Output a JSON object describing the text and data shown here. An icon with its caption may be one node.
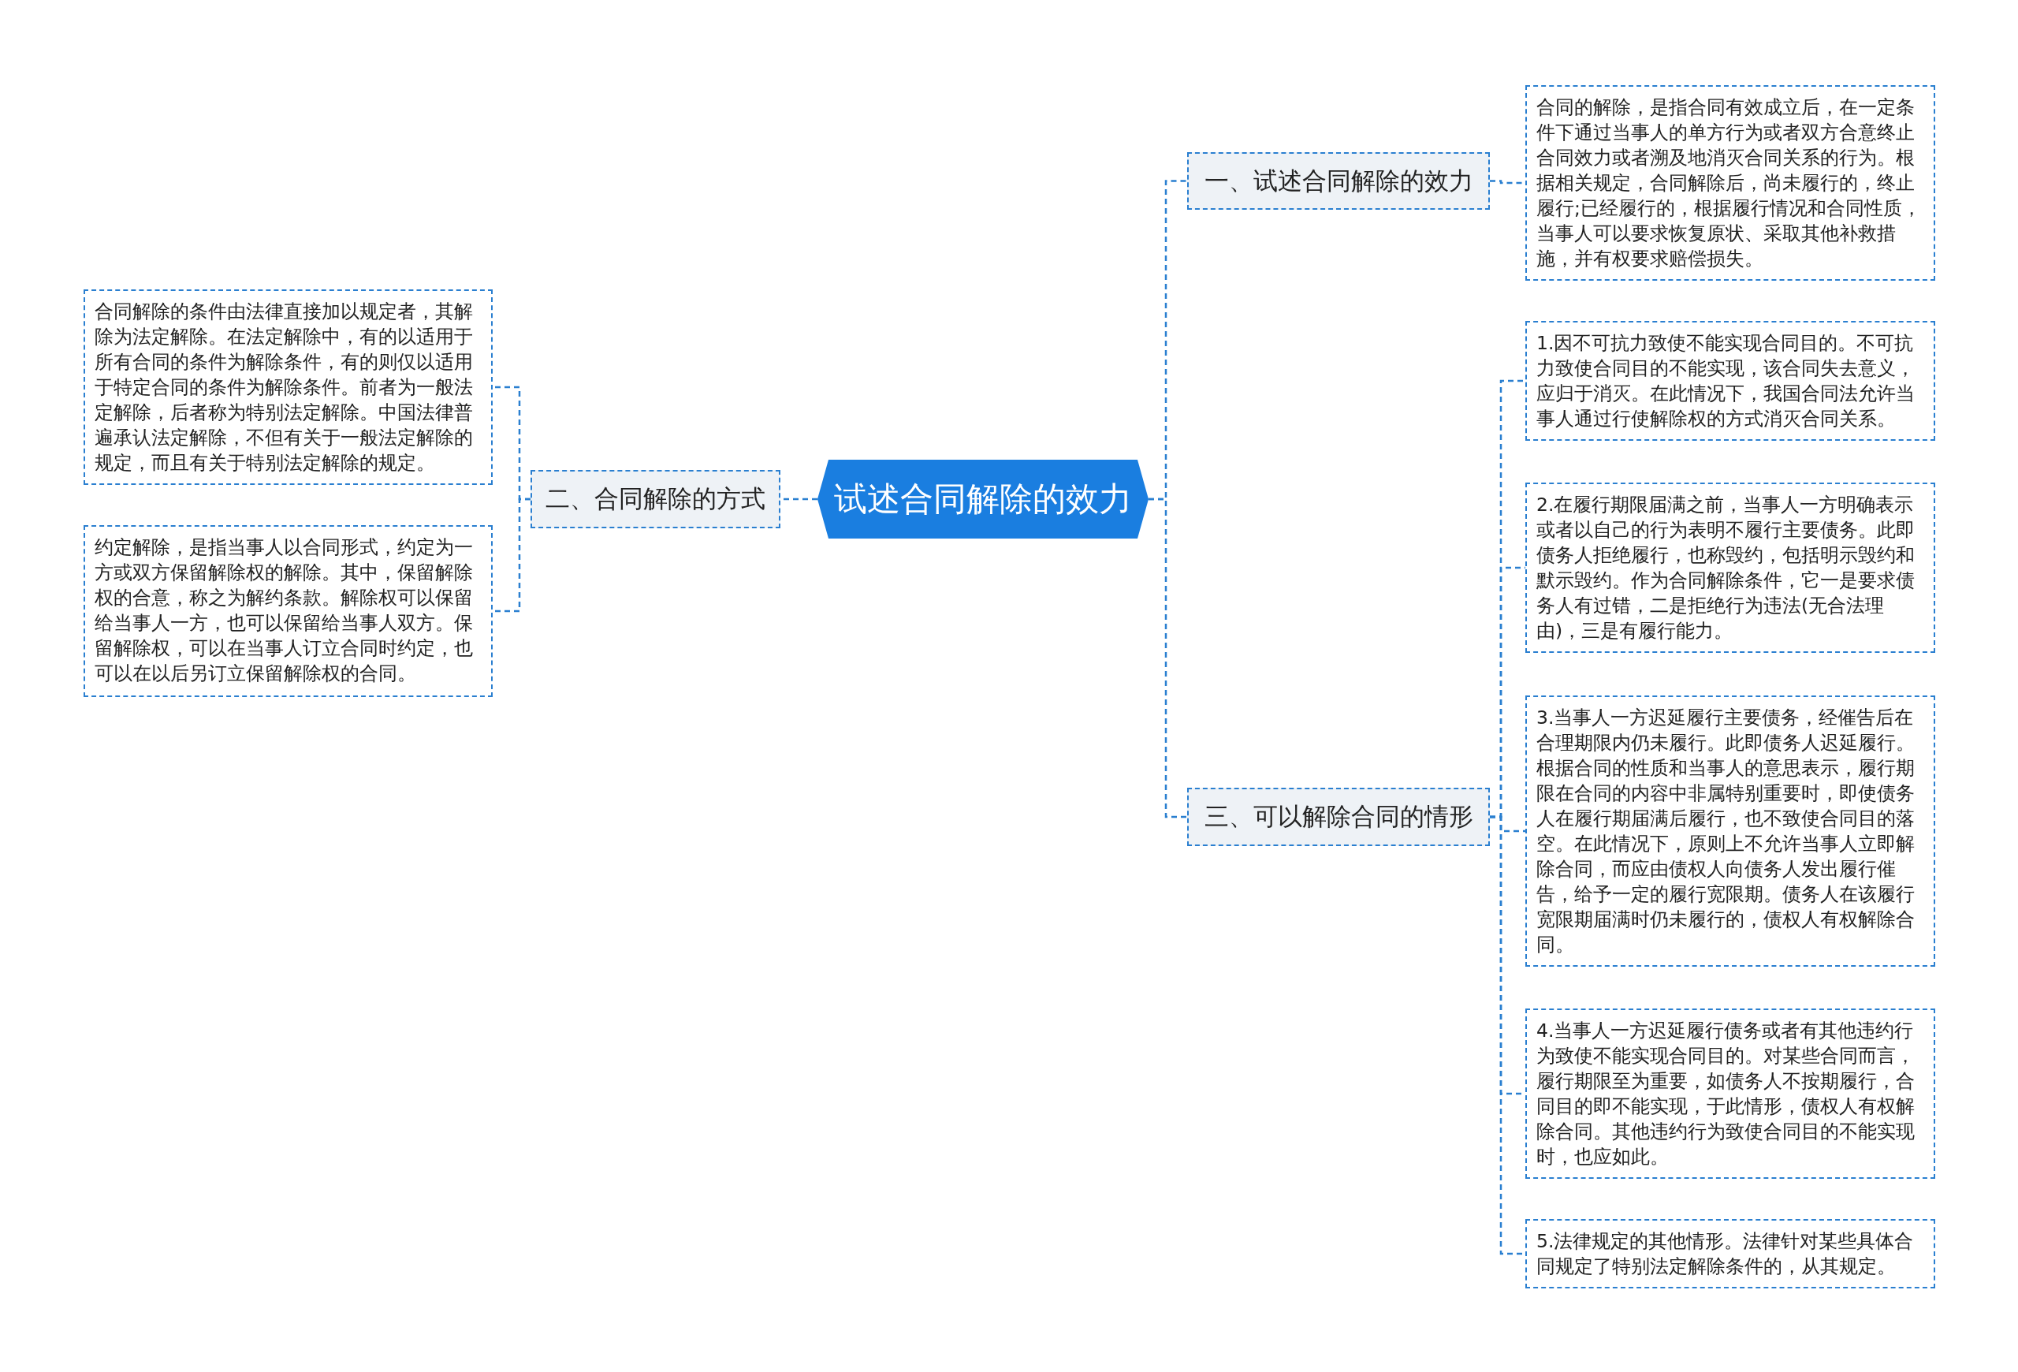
{
  "diagram": {
    "nodes": [
      {
        "text": [
          "试述合同解除的效力"
        ]
      },
      {
        "text": [
          "一、试述合同解除的效力"
        ]
      },
      {
        "text": [
          "合同的解除，是指合同有效成立后，在一定条件下通过当事人的单方行为或者双方合意终止合同效力或者溯及地消灭合同关系的行为。根据相关规定，合同解除后，尚未履行的，终止履行;已经履行的，根据履行情况和合同性质，当事人可以要求恢复原状、采取其他补救措施，并有权要求赔偿损失。"
        ]
      },
      {
        "text": [
          "二、合同解除的方式"
        ]
      },
      {
        "text": [
          "合同解除的条件由法律直接加以规定者，其解除为法定解除。在法定解除中，有的以适用于所有合同的条件为解除条件，有的则仅以适用于特定合同的条件为解除条件。前者为一般法定解除，后者称为特别法定解除。中国法律普遍承认法定解除，不但有关于一般法定解除的规定，而且有关于特别法定解除的规定。"
        ]
      },
      {
        "text": [
          "约定解除，是指当事人以合同形式，约定为一方或双方保留解除权的解除。其中，保留解除权的合意，称之为解约条款。解除权可以保留给当事人一方，也可以保留给当事人双方。保留解除权，可以在当事人订立合同时约定，也可以在以后另订立保留解除权的合同。"
        ]
      },
      {
        "text": [
          "三、可以解除合同的情形"
        ]
      },
      {
        "text": [
          "1.因不可抗力致使不能实现合同目的。不可抗力致使合同目的不能实现，该合同失去意义，应归于消灭。在此情况下，我国合同法允许当事人通过行使解除权的方式消灭合同关系。"
        ]
      },
      {
        "text": [
          "2.在履行期限届满之前，当事人一方明确表示或者以自己的行为表明不履行主要债务。此即债务人拒绝履行，也称毁约，包括明示毁约和默示毁约。作为合同解除条件，它一是要求债务人有过错，二是拒绝行为违法(无合法理由)，三是有履行能力。"
        ]
      },
      {
        "text": [
          "3.当事人一方迟延履行主要债务，经催告后在合理期限内仍未履行。此即债务人迟延履行。根据合同的性质和当事人的意思表示，履行期限在合同的内容中非属特别重要时，即使债务人在履行期届满后履行，也不致使合同目的落空。在此情况下，原则上不允许当事人立即解除合同，而应由债权人向债务人发出履行催告，给予一定的履行宽限期。债务人在该履行宽限期届满时仍未履行的，债权人有权解除合同。"
        ]
      },
      {
        "text": [
          "4.当事人一方迟延履行债务或者有其他违约行为致使不能实现合同目的。对某些合同而言，履行期限至为重要，如债务人不按期履行，合同目的即不能实现，于此情形，债权人有权解除合同。其他违约行为致使合同目的不能实现时，也应如此。"
        ]
      },
      {
        "text": [
          "5.法律规定的其他情形。法律针对某些具体合同规定了特别法定解除条件的，从其规定。"
        ]
      }
    ],
    "edges": [
      {
        "from": 0,
        "to": 1,
        "arrow": "none",
        "style": "dashed"
      },
      {
        "from": 1,
        "to": 2,
        "arrow": "none",
        "style": "dashed"
      },
      {
        "from": 0,
        "to": 3,
        "arrow": "none",
        "style": "dashed"
      },
      {
        "from": 3,
        "to": 4,
        "arrow": "none",
        "style": "dashed"
      },
      {
        "from": 3,
        "to": 5,
        "arrow": "none",
        "style": "dashed"
      },
      {
        "from": 0,
        "to": 6,
        "arrow": "none",
        "style": "dashed"
      },
      {
        "from": 6,
        "to": 7,
        "arrow": "none",
        "style": "dashed"
      },
      {
        "from": 6,
        "to": 8,
        "arrow": "none",
        "style": "dashed"
      },
      {
        "from": 6,
        "to": 9,
        "arrow": "none",
        "style": "dashed"
      },
      {
        "from": 6,
        "to": 10,
        "arrow": "none",
        "style": "dashed"
      },
      {
        "from": 6,
        "to": 11,
        "arrow": "none",
        "style": "dashed"
      }
    ]
  }
}
